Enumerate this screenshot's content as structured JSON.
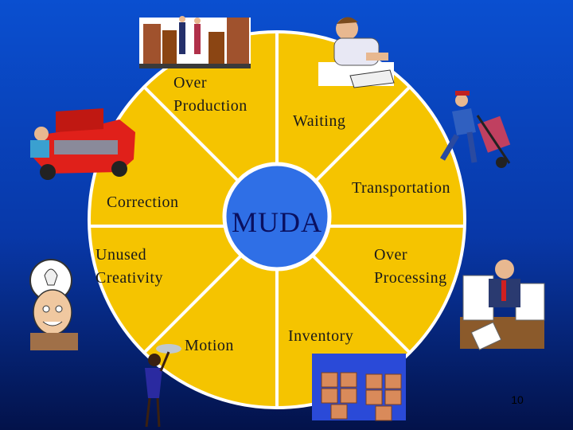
{
  "center_label": "MUDA",
  "segments": [
    {
      "id": "over-production",
      "label_lines": [
        "Over",
        "Production"
      ]
    },
    {
      "id": "waiting",
      "label_lines": [
        "Waiting"
      ]
    },
    {
      "id": "transportation",
      "label_lines": [
        "Transportation"
      ]
    },
    {
      "id": "over-processing",
      "label_lines": [
        "Over",
        "Processing"
      ]
    },
    {
      "id": "inventory",
      "label_lines": [
        "Inventory"
      ]
    },
    {
      "id": "motion",
      "label_lines": [
        "Motion"
      ]
    },
    {
      "id": "unused-creativity",
      "label_lines": [
        "Unused",
        "Creativity"
      ]
    },
    {
      "id": "correction",
      "label_lines": [
        "Correction"
      ]
    }
  ],
  "page_number": "10",
  "colors": {
    "background": "#0a4fd0",
    "wheel_fill": "#f5c400",
    "wheel_divider": "#ffffff",
    "hub_fill": "#2f6fe6"
  },
  "icons": [
    "warehouse-boxes-icon",
    "bored-worker-icon",
    "hand-truck-worker-icon",
    "stressed-paperwork-man-icon",
    "stacked-boxes-icon",
    "waitress-icon",
    "idea-thinking-man-icon",
    "car-repair-icon"
  ]
}
